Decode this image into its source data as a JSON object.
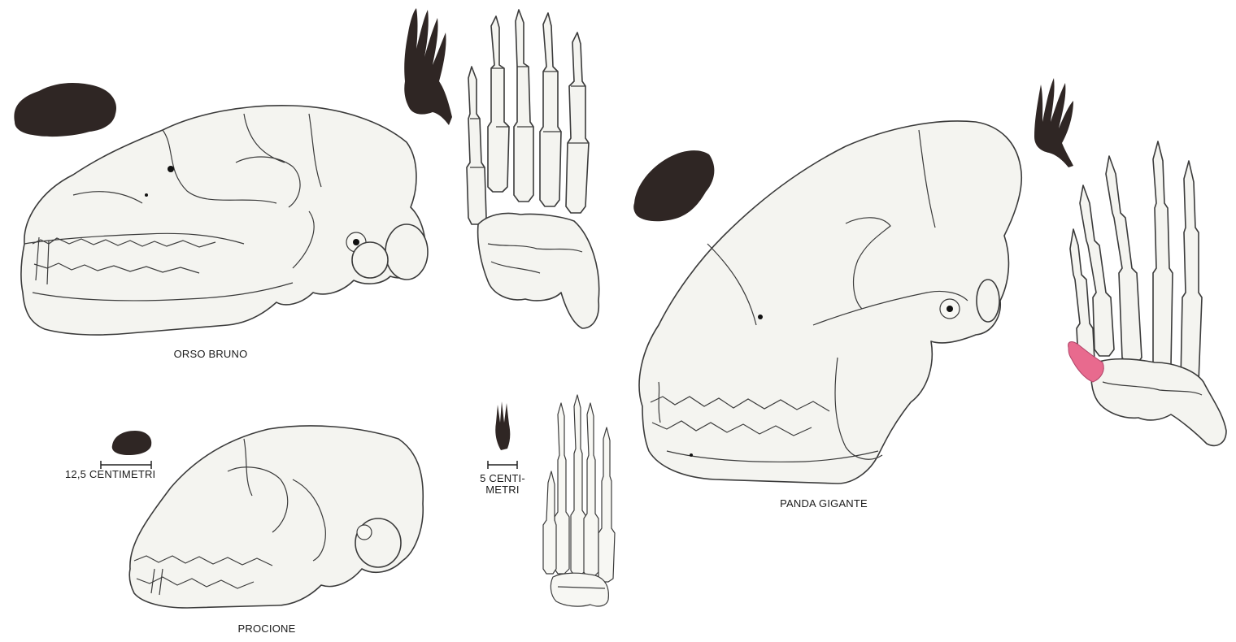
{
  "labels": {
    "brown_bear": "ORSO BRUNO",
    "giant_panda": "PANDA GIGANTE",
    "raccoon": "PROCIONE",
    "scale_skull": "12,5 CENTIMETRI",
    "scale_paw_line1": "5 CENTI-",
    "scale_paw_line2": "METRI"
  },
  "colors": {
    "bone_fill": "#f4f4f0",
    "outline": "#3b3b3b",
    "silhouette": "#2f2624",
    "highlight_sesamoid": "#e86a8e"
  }
}
